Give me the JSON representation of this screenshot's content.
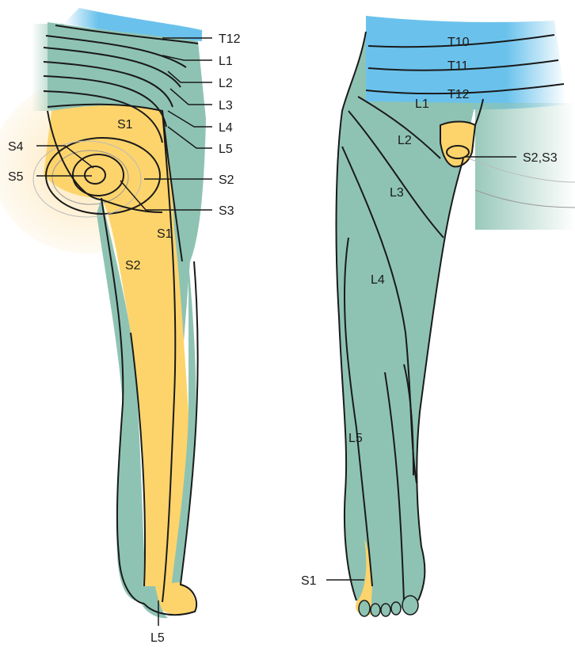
{
  "figure": {
    "posterior": {
      "callouts": {
        "t12": "T12",
        "l1": "L1",
        "l2": "L2",
        "l3": "L3",
        "l4": "L4",
        "l5": "L5",
        "s4": "S4",
        "s5": "S5",
        "s2": "S2",
        "s3": "S3",
        "l5_foot": "L5"
      },
      "regions": {
        "s1_upper": "S1",
        "s1_lower": "S1",
        "s2": "S2"
      }
    },
    "anterior": {
      "regions": {
        "t10": "T10",
        "t11": "T11",
        "t12": "T12",
        "l1": "L1",
        "l2": "L2",
        "l3": "L3",
        "l4": "L4",
        "l5": "L5"
      },
      "callouts": {
        "s2s3": "S2,S3",
        "s1": "S1"
      }
    },
    "colors": {
      "dermatome_teal": "#8ec3b3",
      "sacral_yellow": "#fdd46c",
      "thoracic_blue": "#6ac2ec",
      "outline": "#1a1a1a"
    }
  }
}
